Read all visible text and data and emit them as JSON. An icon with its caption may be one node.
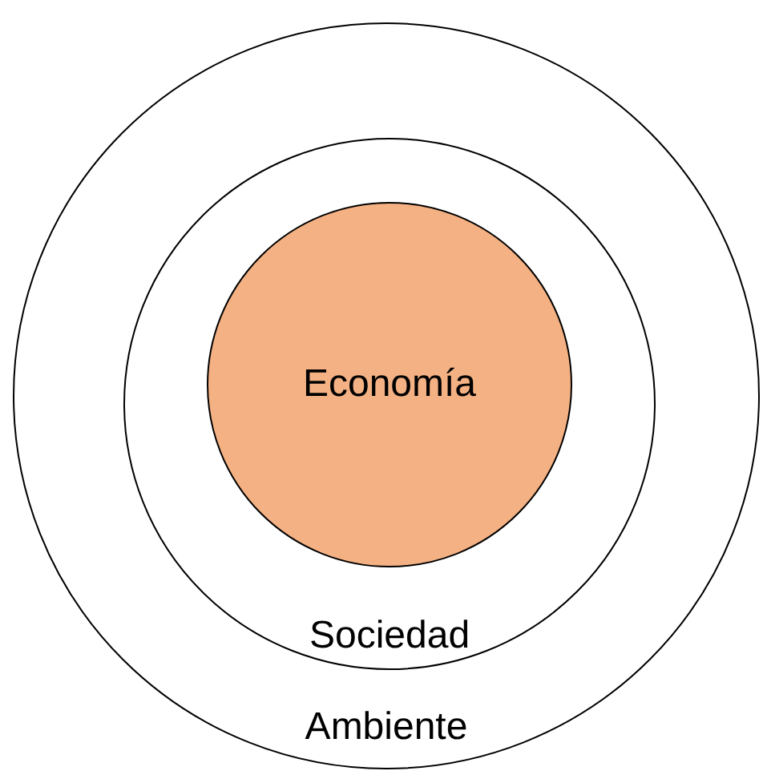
{
  "diagram": {
    "nodes": [
      {
        "text": [
          "Ambiente"
        ]
      },
      {
        "text": [
          "Sociedad"
        ],
        "in": 0
      },
      {
        "text": [
          "Economía"
        ],
        "in": 1
      }
    ]
  }
}
